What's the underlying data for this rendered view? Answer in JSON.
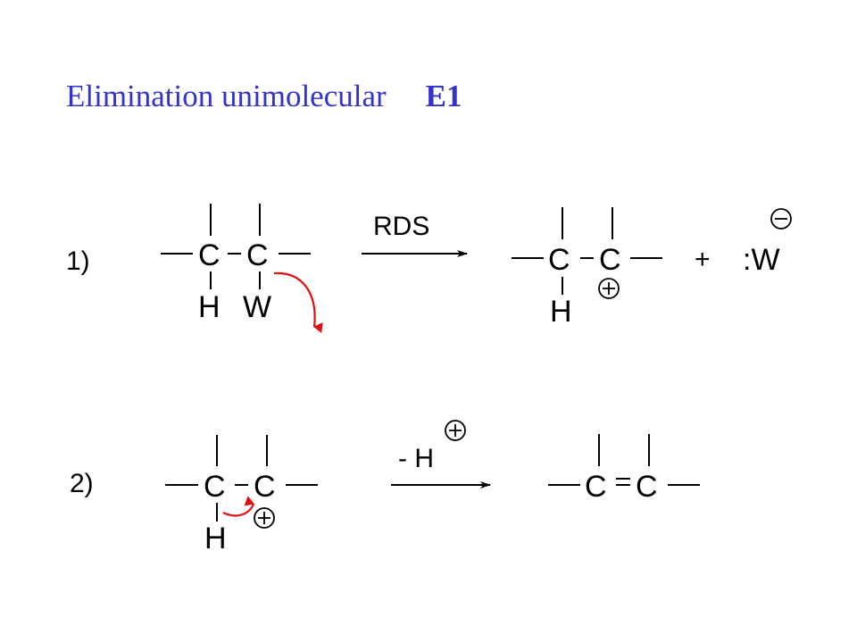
{
  "title": {
    "text": "Elimination unimolecular",
    "tag": "E1"
  },
  "step1": {
    "label": "1)",
    "reactant": {
      "c1": "C",
      "c2": "C",
      "h": "H",
      "w": "W"
    },
    "arrow_label": "RDS",
    "product": {
      "c1": "C",
      "c2": "C",
      "h": "H",
      "charge": "+"
    },
    "plus": "+",
    "leaving_group": ":W",
    "leaving_charge": "−"
  },
  "step2": {
    "label": "2)",
    "reactant": {
      "c1": "C",
      "c2": "C",
      "h": "H",
      "charge": "+"
    },
    "arrow_label": "- H",
    "arrow_charge": "+",
    "product": {
      "c1": "C",
      "c2": "C"
    }
  },
  "colors": {
    "title": "#3333cc",
    "curly_arrow": "#e01010"
  }
}
